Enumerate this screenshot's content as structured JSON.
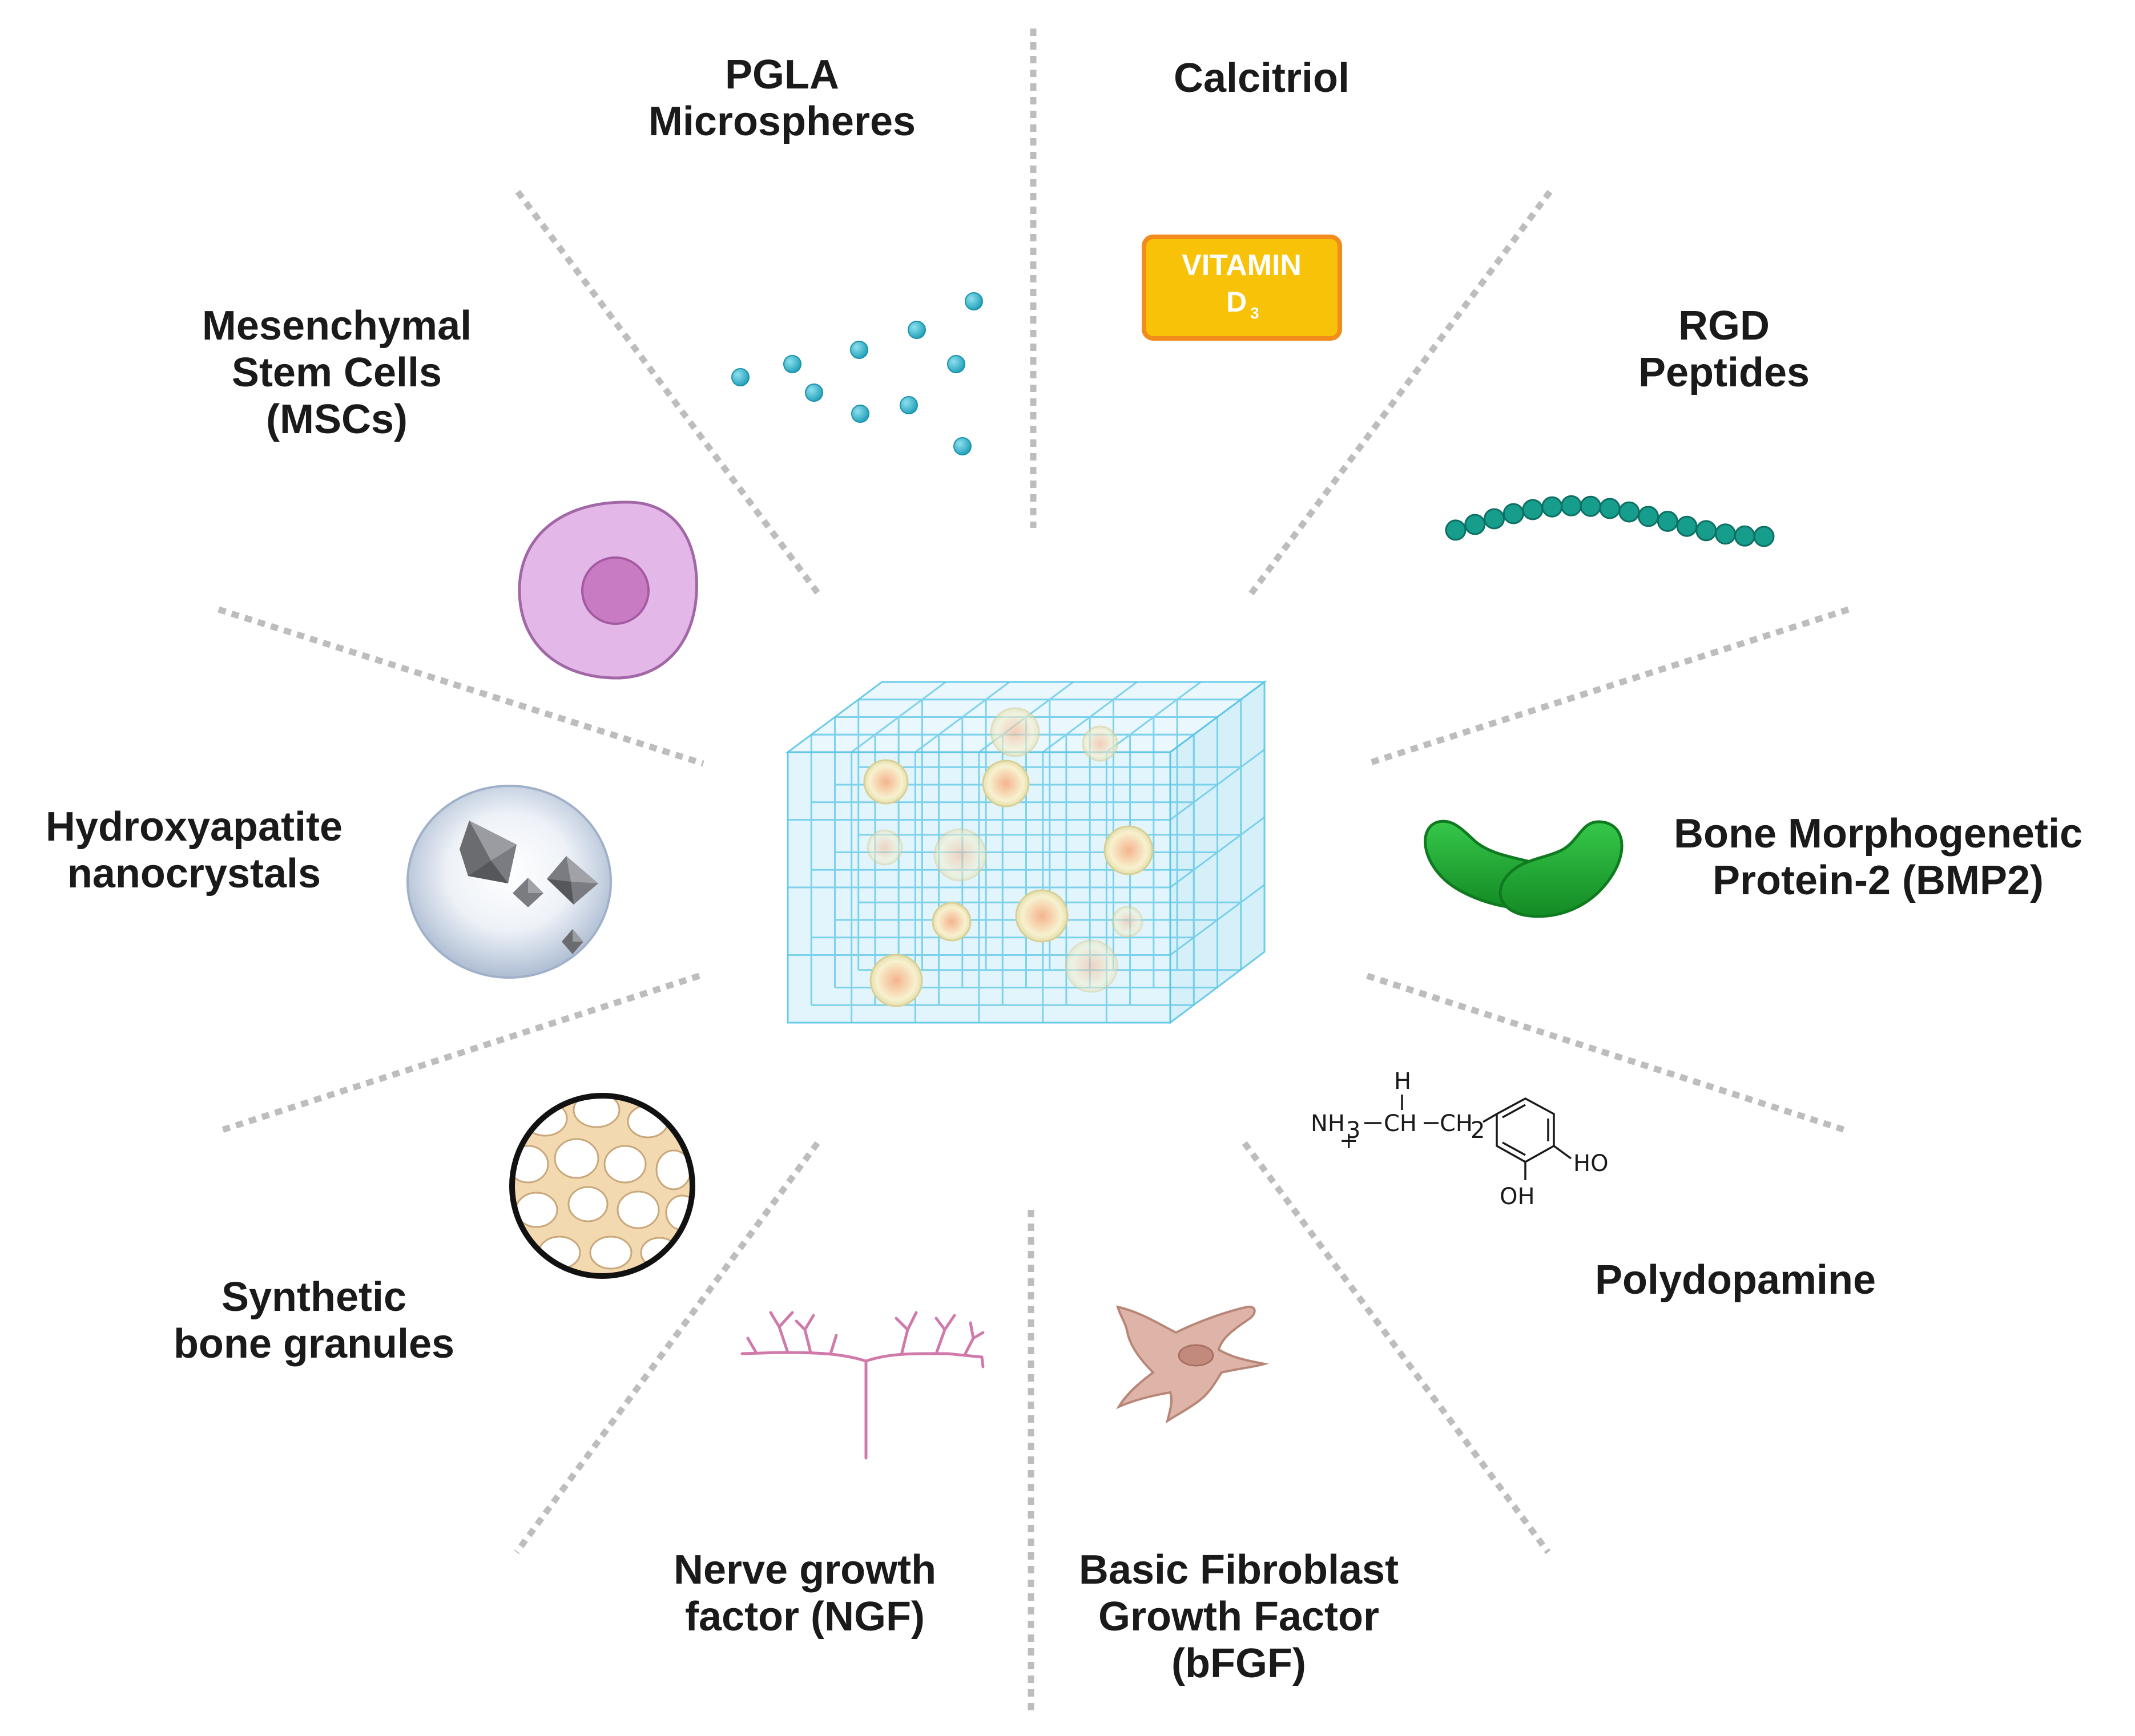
{
  "labels": {
    "pgla": [
      "PGLA",
      "Microspheres"
    ],
    "calcitriol": [
      "Calcitriol"
    ],
    "mscs": [
      "Mesenchymal",
      "Stem Cells",
      "(MSCs)"
    ],
    "rgd": [
      "RGD",
      "Peptides"
    ],
    "hydroxyapatite": [
      "Hydroxyapatite",
      "nanocrystals"
    ],
    "bmp2": [
      "Bone Morphogenetic",
      "Protein-2 (BMP2)"
    ],
    "synthetic_bone": [
      "Synthetic",
      "bone granules"
    ],
    "polydopamine": [
      "Polydopamine"
    ],
    "ngf": [
      "Nerve growth",
      "factor (NGF)"
    ],
    "bfgf": [
      "Basic Fibroblast",
      "Growth Factor",
      "(bFGF)"
    ]
  },
  "vitamin_badge": {
    "line1": "VITAMIN",
    "line2": "D",
    "subscript": "3"
  },
  "polydopamine_formula": {
    "nh": "NH",
    "nh_sub": "3",
    "plus": "+",
    "h": "H",
    "ch": "CH",
    "ch2": "CH",
    "ch2_sub": "2",
    "ho": "HO",
    "oh": "OH"
  },
  "colors": {
    "divider": "#bdbdbd",
    "scaffold_grid": "#5cc6e6",
    "scaffold_fill": "#dff4fc",
    "cell_body": "#f5eec8",
    "cell_nucleus": "#f4b994",
    "microsphere": "#2eb2c9",
    "vitamin_badge": "#f7c207",
    "vitamin_border": "#f28c1c",
    "rgd_bead": "#169d8c",
    "msc_cell": "#e3b8e8",
    "msc_nucleus": "#c87bc2",
    "crystal_sphere": "#c8d4e6",
    "crystal": "#6c6e73",
    "bmp2_green": "#25b53a",
    "bone_fill": "#f2d9b0",
    "nerve": "#d07aac",
    "fibroblast": "#deb4a8"
  },
  "icons": [
    "microsphere-icon",
    "vitamin-d3-icon",
    "stem-cell-icon",
    "peptide-chain-icon",
    "nanocrystal-icon",
    "bmp2-protein-icon",
    "bone-granule-icon",
    "dopamine-structure-icon",
    "neuron-icon",
    "fibroblast-icon",
    "hydrogel-scaffold-icon"
  ]
}
